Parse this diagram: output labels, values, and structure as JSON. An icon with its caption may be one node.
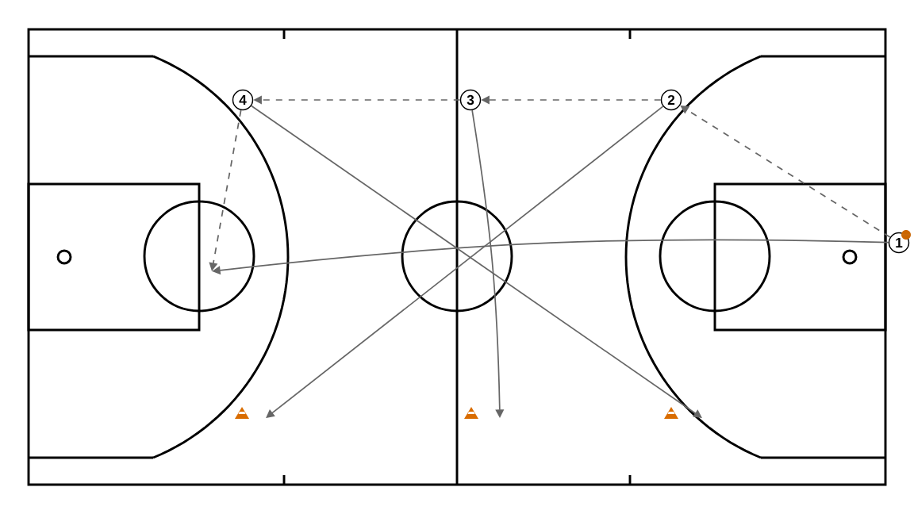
{
  "diagram": {
    "nodes": [
      {
        "text": [
          "1"
        ]
      },
      {
        "text": [
          "2"
        ]
      },
      {
        "text": [
          "3"
        ]
      },
      {
        "text": [
          "4"
        ]
      }
    ],
    "edges": [
      {
        "from": 0,
        "to": 1,
        "arrow": "to",
        "style": "dashed"
      },
      {
        "from": 1,
        "to": 2,
        "arrow": "to",
        "style": "dashed"
      },
      {
        "from": 2,
        "to": 3,
        "arrow": "to",
        "style": "dashed"
      },
      {
        "from": 3,
        "to": null,
        "arrow": "to",
        "style": "dashed"
      },
      {
        "from": 0,
        "to": null,
        "arrow": "to"
      },
      {
        "from": 1,
        "to": null,
        "arrow": "to"
      },
      {
        "from": 2,
        "to": null,
        "arrow": "to"
      },
      {
        "from": 3,
        "to": null,
        "arrow": "to"
      }
    ]
  }
}
